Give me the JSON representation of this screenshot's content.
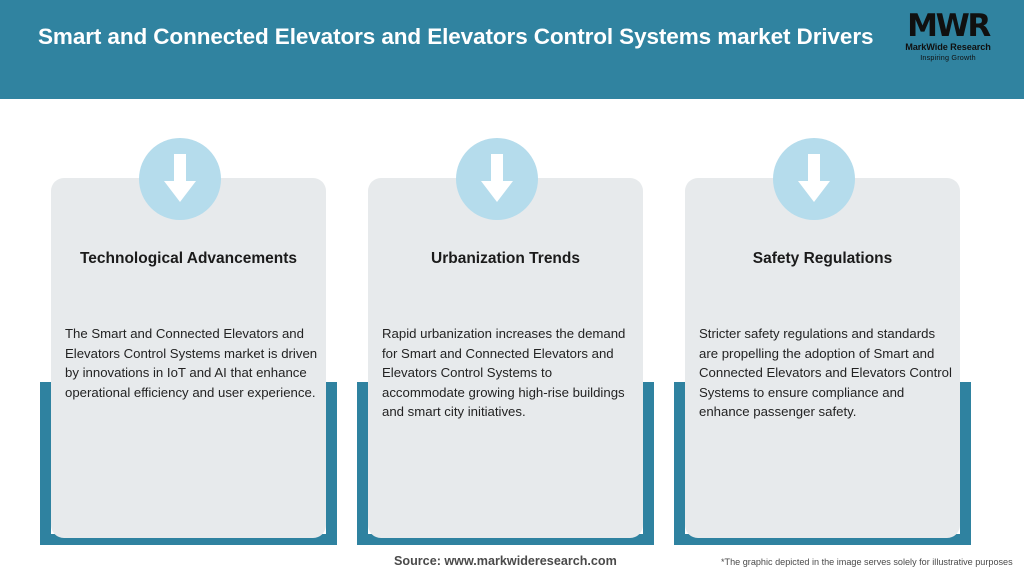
{
  "header": {
    "title": "Smart and Connected Elevators and Elevators Control Systems market Drivers",
    "background_color": "#3083a0",
    "title_color": "#ffffff"
  },
  "logo": {
    "mark": "MWR",
    "name": "MarkWide Research",
    "tagline": "Inspiring Growth"
  },
  "theme": {
    "teal": "#2f82a0",
    "panel": "#e7eaec",
    "icon_circle": "#b5dcec",
    "arrow": "#ffffff"
  },
  "cards": [
    {
      "icon": "arrow-down-icon",
      "heading": "Technological Advancements",
      "body": "The Smart and Connected Elevators and Elevators Control Systems market is driven by innovations in IoT and AI that enhance operational efficiency and user experience."
    },
    {
      "icon": "arrow-down-icon",
      "heading": "Urbanization Trends",
      "body": "Rapid urbanization increases the demand for Smart and Connected Elevators and Elevators Control Systems to accommodate growing high-rise buildings and smart city initiatives."
    },
    {
      "icon": "arrow-down-icon",
      "heading": "Safety Regulations",
      "body": "Stricter safety regulations and standards are propelling the adoption of Smart and Connected Elevators and Elevators Control Systems to ensure compliance and enhance passenger safety."
    }
  ],
  "footer": {
    "source": "Source: www.markwideresearch.com",
    "disclaimer": "*The graphic depicted in the image serves solely for illustrative purposes"
  }
}
